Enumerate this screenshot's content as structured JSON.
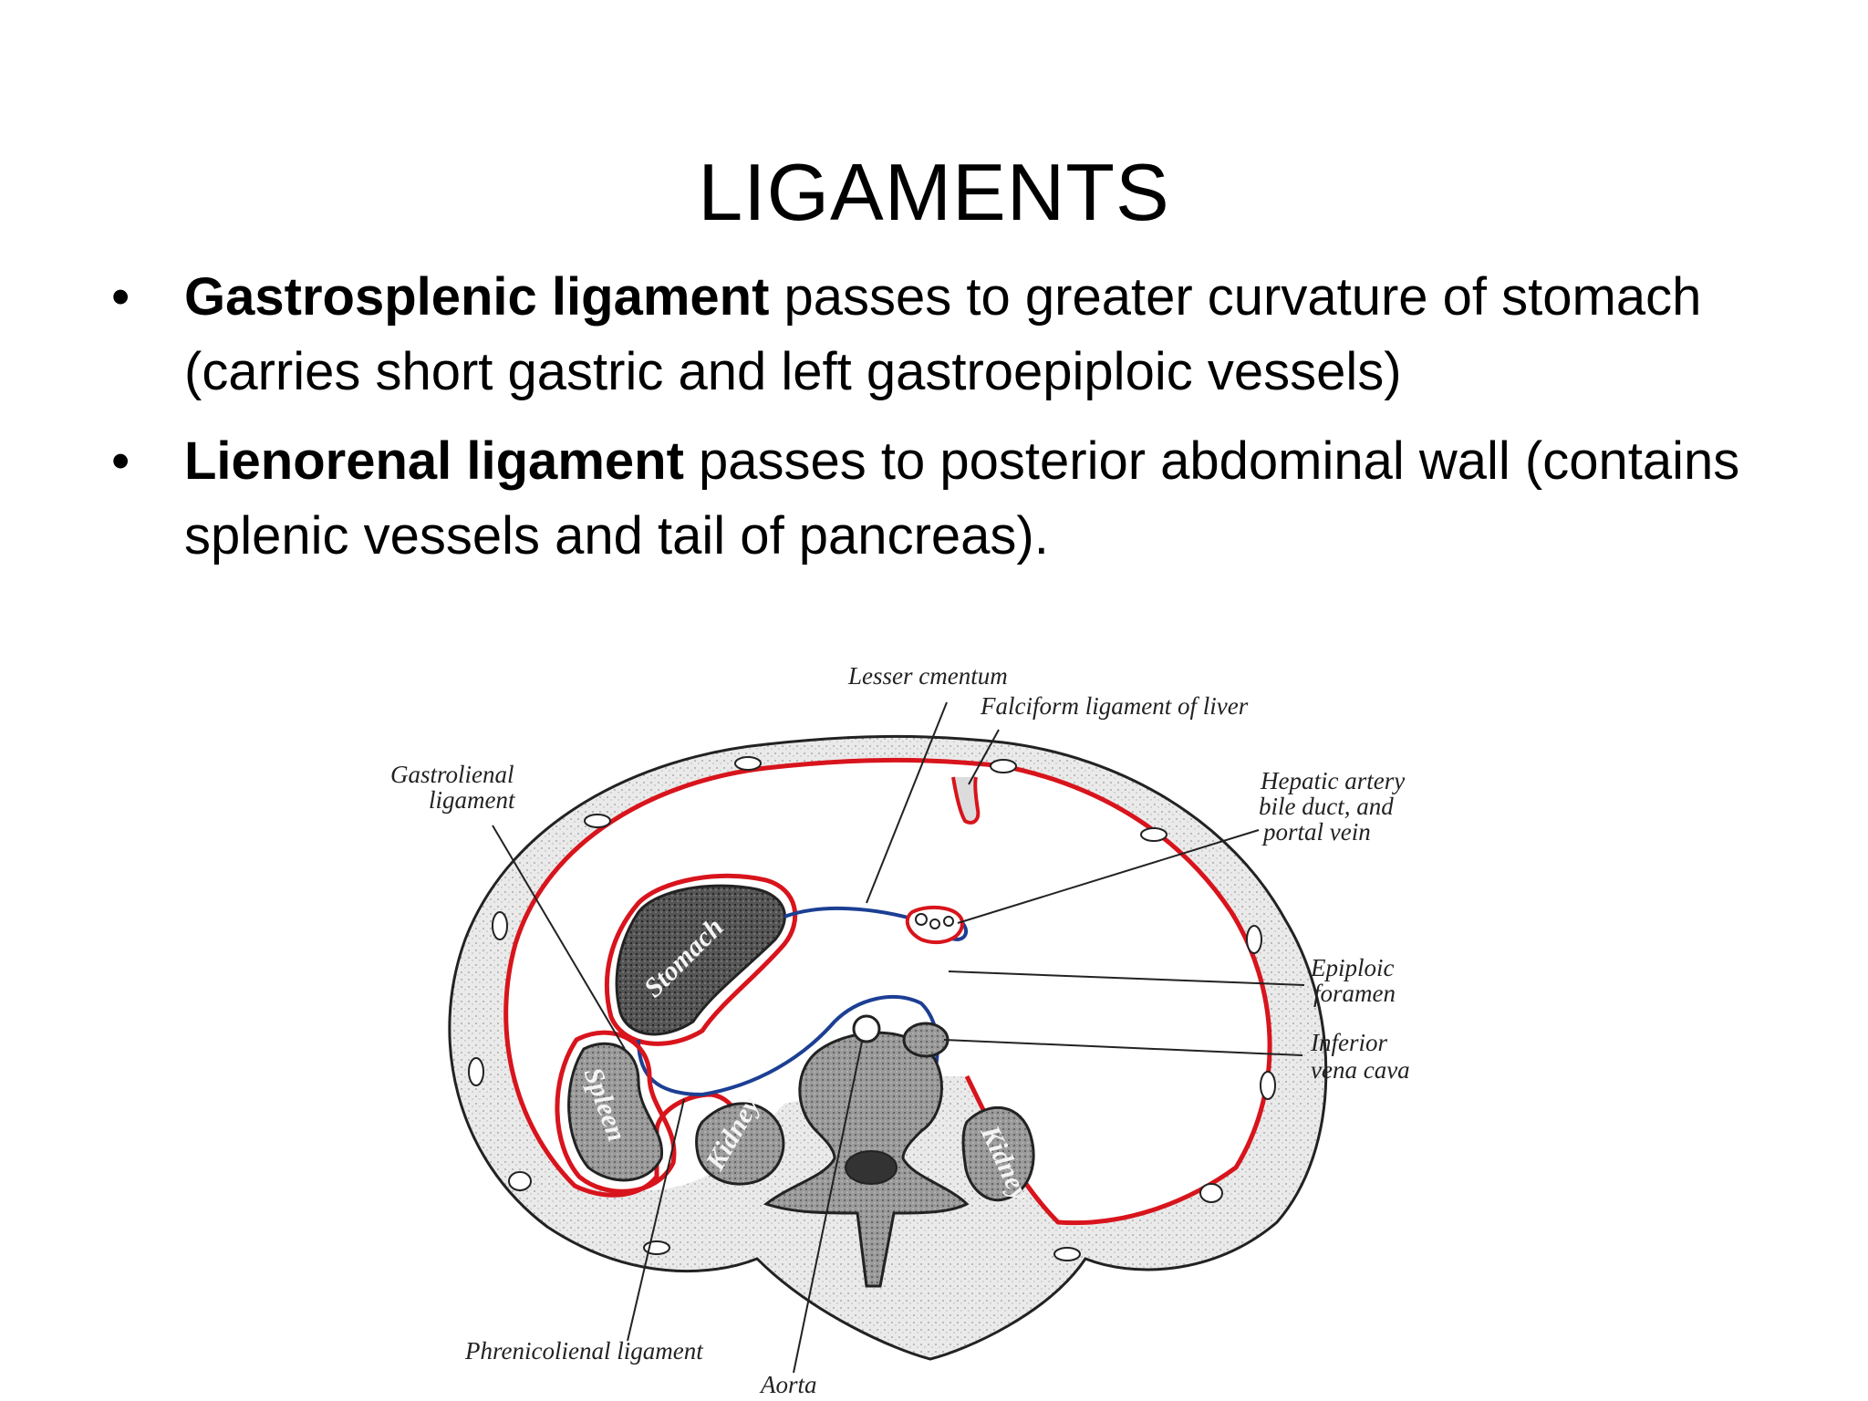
{
  "slide": {
    "title": "LIGAMENTS",
    "bullets": [
      {
        "term": "Gastrosplenic ligament",
        "text": " passes to greater curvature of stomach (carries short gastric and left gastroepiploic vessels)"
      },
      {
        "term": "Lienorenal ligament",
        "text": " passes to posterior abdominal wall (contains splenic vessels and tail of pancreas)."
      }
    ]
  },
  "diagram": {
    "labels": {
      "lesser_omentum": "Lesser cmentum",
      "falciform": "Falciform ligament of liver",
      "gastrolienal_1": "Gastrolienal",
      "gastrolienal_2": "ligament",
      "hepatic_1": "Hepatic artery",
      "hepatic_2": "bile duct, and",
      "hepatic_3": "portal vein",
      "epiploic_1": "Epiploic",
      "epiploic_2": "foramen",
      "ivc_1": "Inferior",
      "ivc_2": "vena cava",
      "phrenicolienal": "Phrenicolienal ligament",
      "aorta": "Aorta"
    },
    "organs": {
      "stomach": "Stomach",
      "spleen": "Spleen",
      "kidney_left": "Kidney",
      "kidney_right": "Kidney"
    },
    "colors": {
      "peritoneum_greater_sac": "#d8141c",
      "peritoneum_lesser_sac": "#1c3f94",
      "body_wall_fill": "#e6e6e6",
      "organ_fill": "#5a5a5a"
    }
  }
}
